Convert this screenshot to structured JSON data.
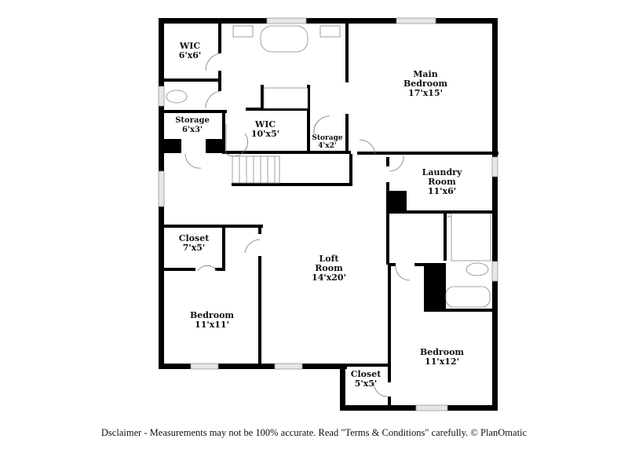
{
  "rooms": {
    "wic_1": {
      "name": "WIC",
      "dim": "6'x6'"
    },
    "wic_2": {
      "name": "WIC",
      "dim": "10'x5'"
    },
    "storage_1": {
      "name": "Storage",
      "dim": "6'x3'"
    },
    "storage_2": {
      "name": "Storage",
      "dim": "4'x2'"
    },
    "main_bedroom": {
      "name": "Main Bedroom",
      "name_line1": "Main",
      "name_line2": "Bedroom",
      "dim": "17'x15'"
    },
    "laundry": {
      "name_line1": "Laundry",
      "name_line2": "Room",
      "dim": "11'x6'"
    },
    "loft": {
      "name_line1": "Loft",
      "name_line2": "Room",
      "dim": "14'x20'"
    },
    "closet_1": {
      "name": "Closet",
      "dim": "7'x5'"
    },
    "bedroom_1": {
      "name": "Bedroom",
      "dim": "11'x11'"
    },
    "bedroom_2": {
      "name": "Bedroom",
      "dim": "11'x12'"
    },
    "closet_2": {
      "name": "Closet",
      "dim": "5'x5'"
    }
  },
  "footer": {
    "disclaimer": "Dsclaimer - Measurements may not be 100% accurate. Read \"Terms & Conditions\" carefully. © PlanOmatic"
  },
  "colors": {
    "wall": "#000000",
    "window": "#d8d8d8",
    "fixture": "#888888",
    "background": "#ffffff"
  }
}
